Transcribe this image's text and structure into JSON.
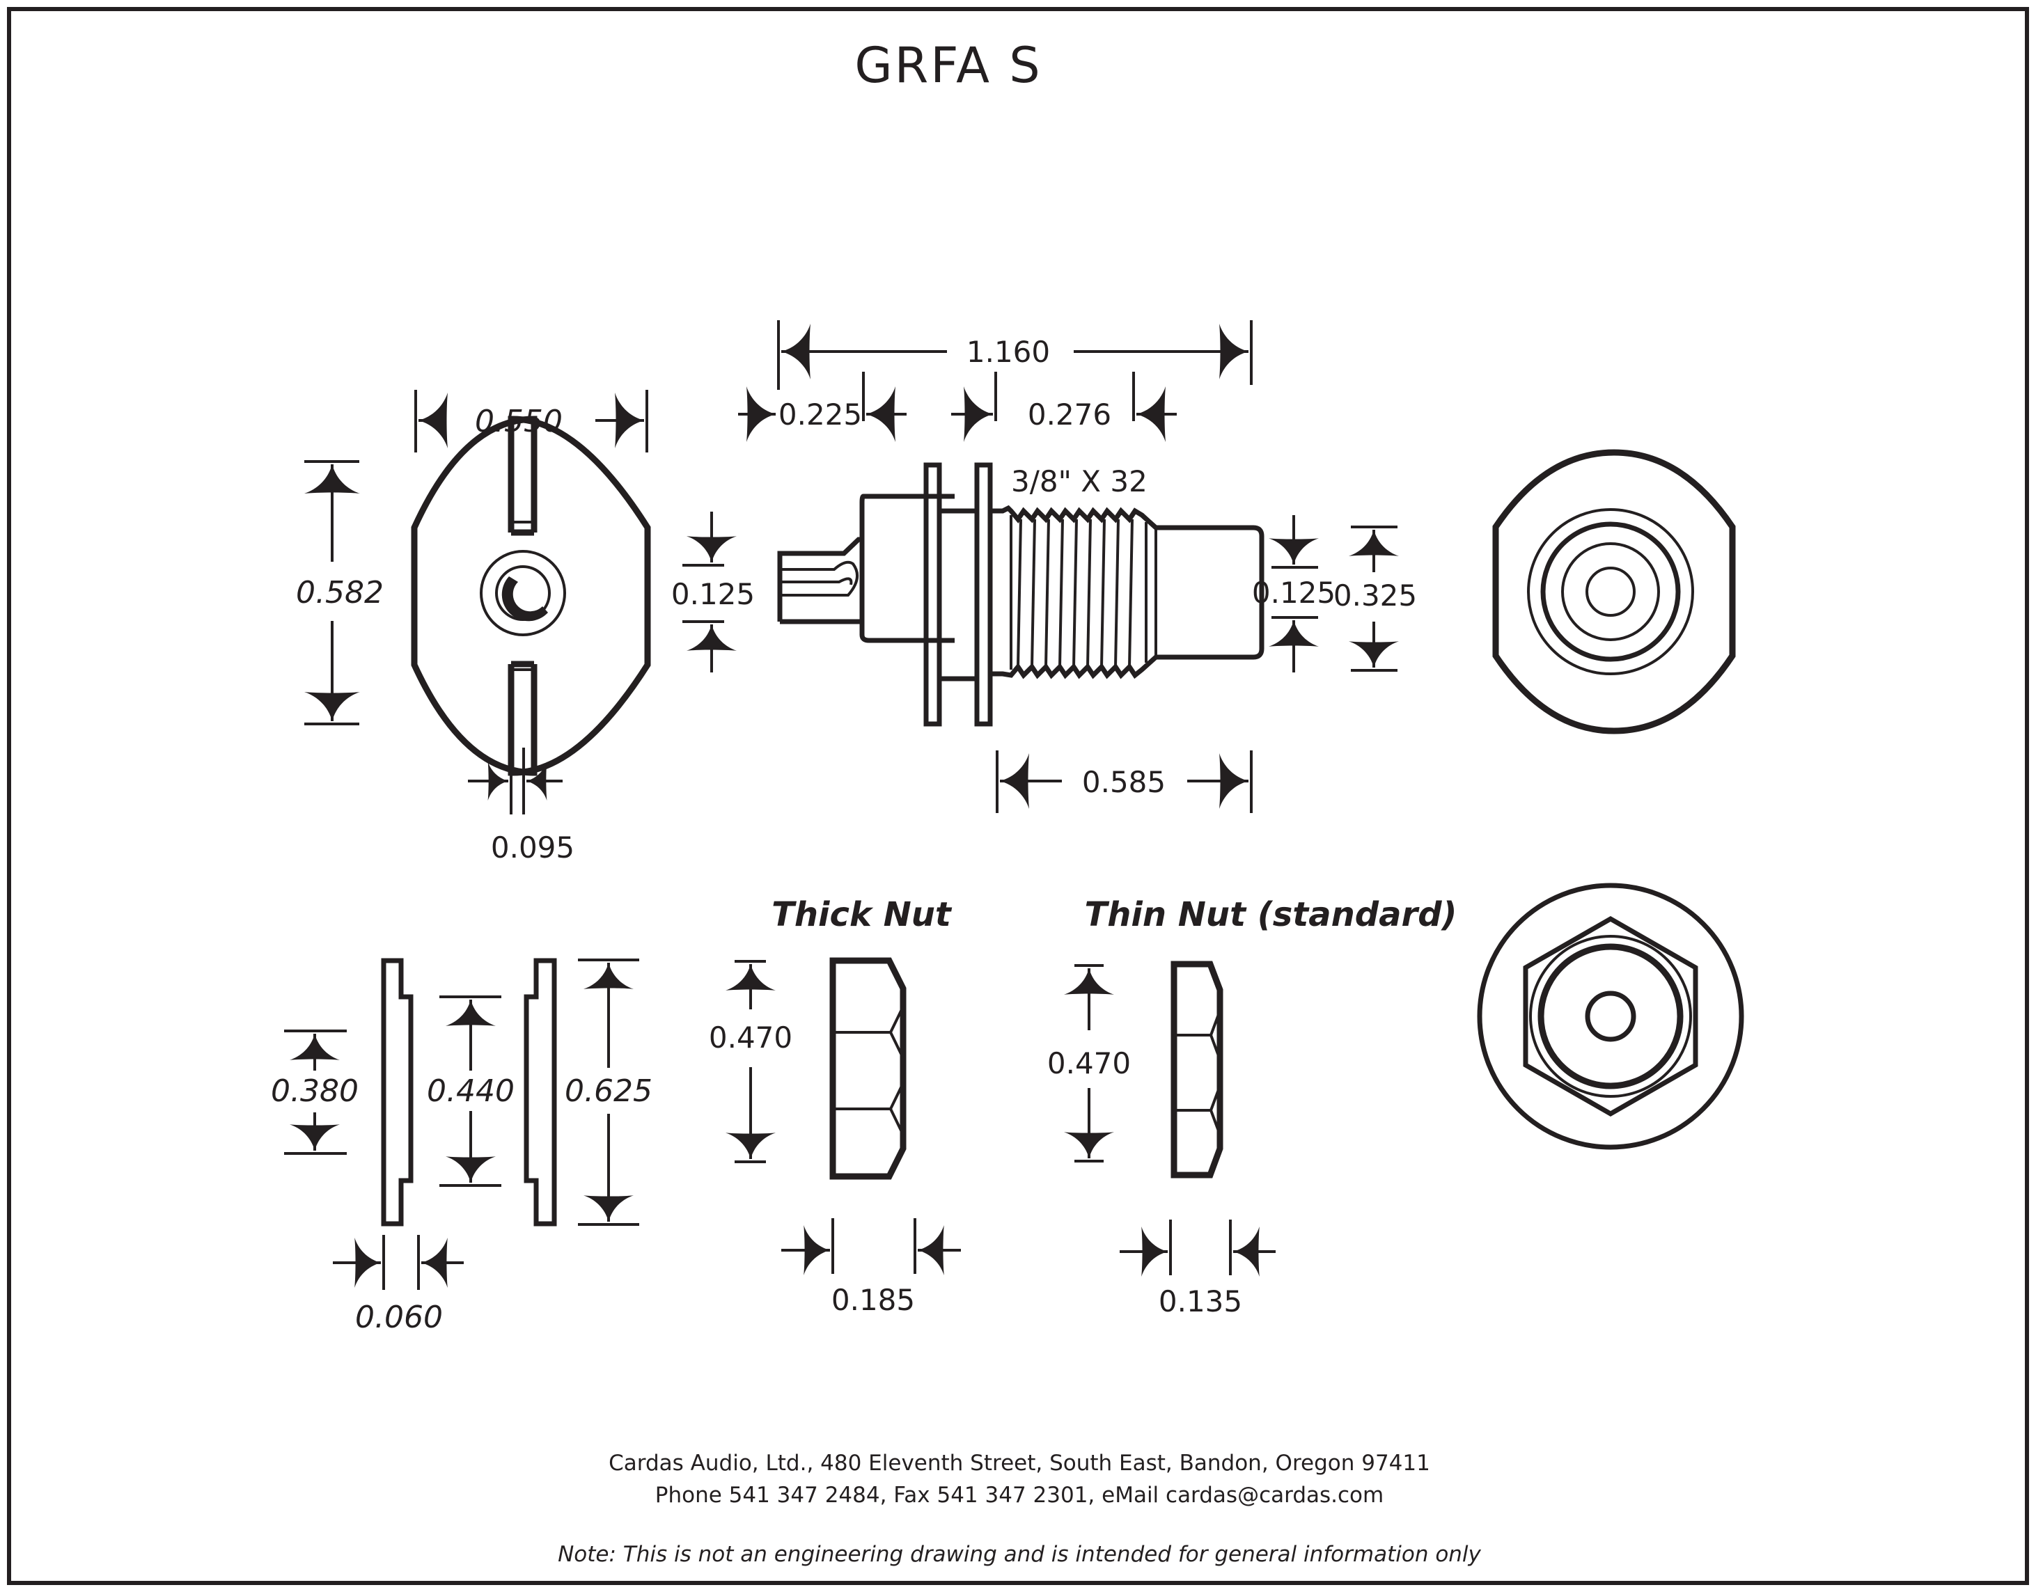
{
  "document": {
    "title": "GRFA S",
    "colors": {
      "ink": "#231f20",
      "paper": "#ffffff"
    }
  },
  "views": {
    "rear_flange": {
      "width": "0.550",
      "height": "0.582",
      "slot_width": "0.095"
    },
    "side_view": {
      "overall_length": "1.160",
      "tail_length": "0.225",
      "thread_start_offset": "0.276",
      "thread_spec": "3/8\" X 32",
      "pin_diameter": "0.125",
      "front_length": "0.585"
    },
    "front_view": {
      "center_pin": "0.125",
      "insulator_diameter": "0.325"
    },
    "washers": {
      "inner_step": "0.380",
      "step_height": "0.440",
      "outer_height": "0.625",
      "thickness": "0.060"
    },
    "thick_nut": {
      "heading": "Thick Nut",
      "height": "0.470",
      "thickness": "0.185"
    },
    "thin_nut": {
      "heading": "Thin Nut (standard)",
      "height": "0.470",
      "thickness": "0.135"
    }
  },
  "footer": {
    "address": "Cardas Audio, Ltd., 480 Eleventh Street, South East, Bandon, Oregon 97411",
    "contact": "Phone 541 347 2484, Fax 541 347 2301, eMail cardas@cardas.com",
    "note": "Note:  This is not an engineering drawing and is intended for general information only"
  }
}
